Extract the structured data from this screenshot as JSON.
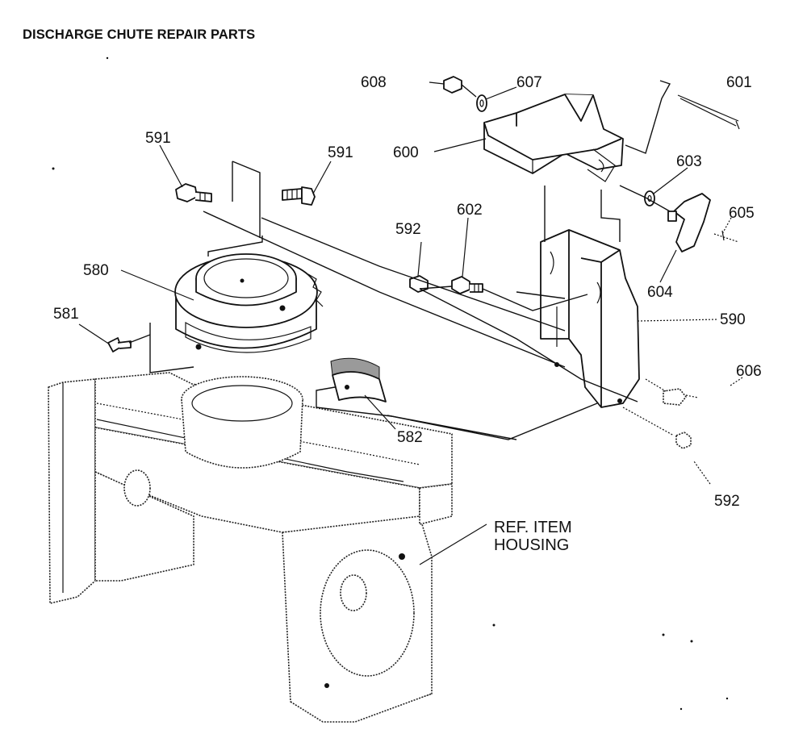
{
  "title": "DISCHARGE CHUTE REPAIR PARTS",
  "labels": {
    "p608": "608",
    "p607": "607",
    "p601": "601",
    "p591a": "591",
    "p591b": "591",
    "p600": "600",
    "p603": "603",
    "p605": "605",
    "p592a": "592",
    "p602": "602",
    "p580": "580",
    "p604": "604",
    "p581": "581",
    "p590": "590",
    "p606": "606",
    "p582": "582",
    "p592b": "592",
    "ref_line1": "REF. ITEM",
    "ref_line2": "HOUSING"
  }
}
